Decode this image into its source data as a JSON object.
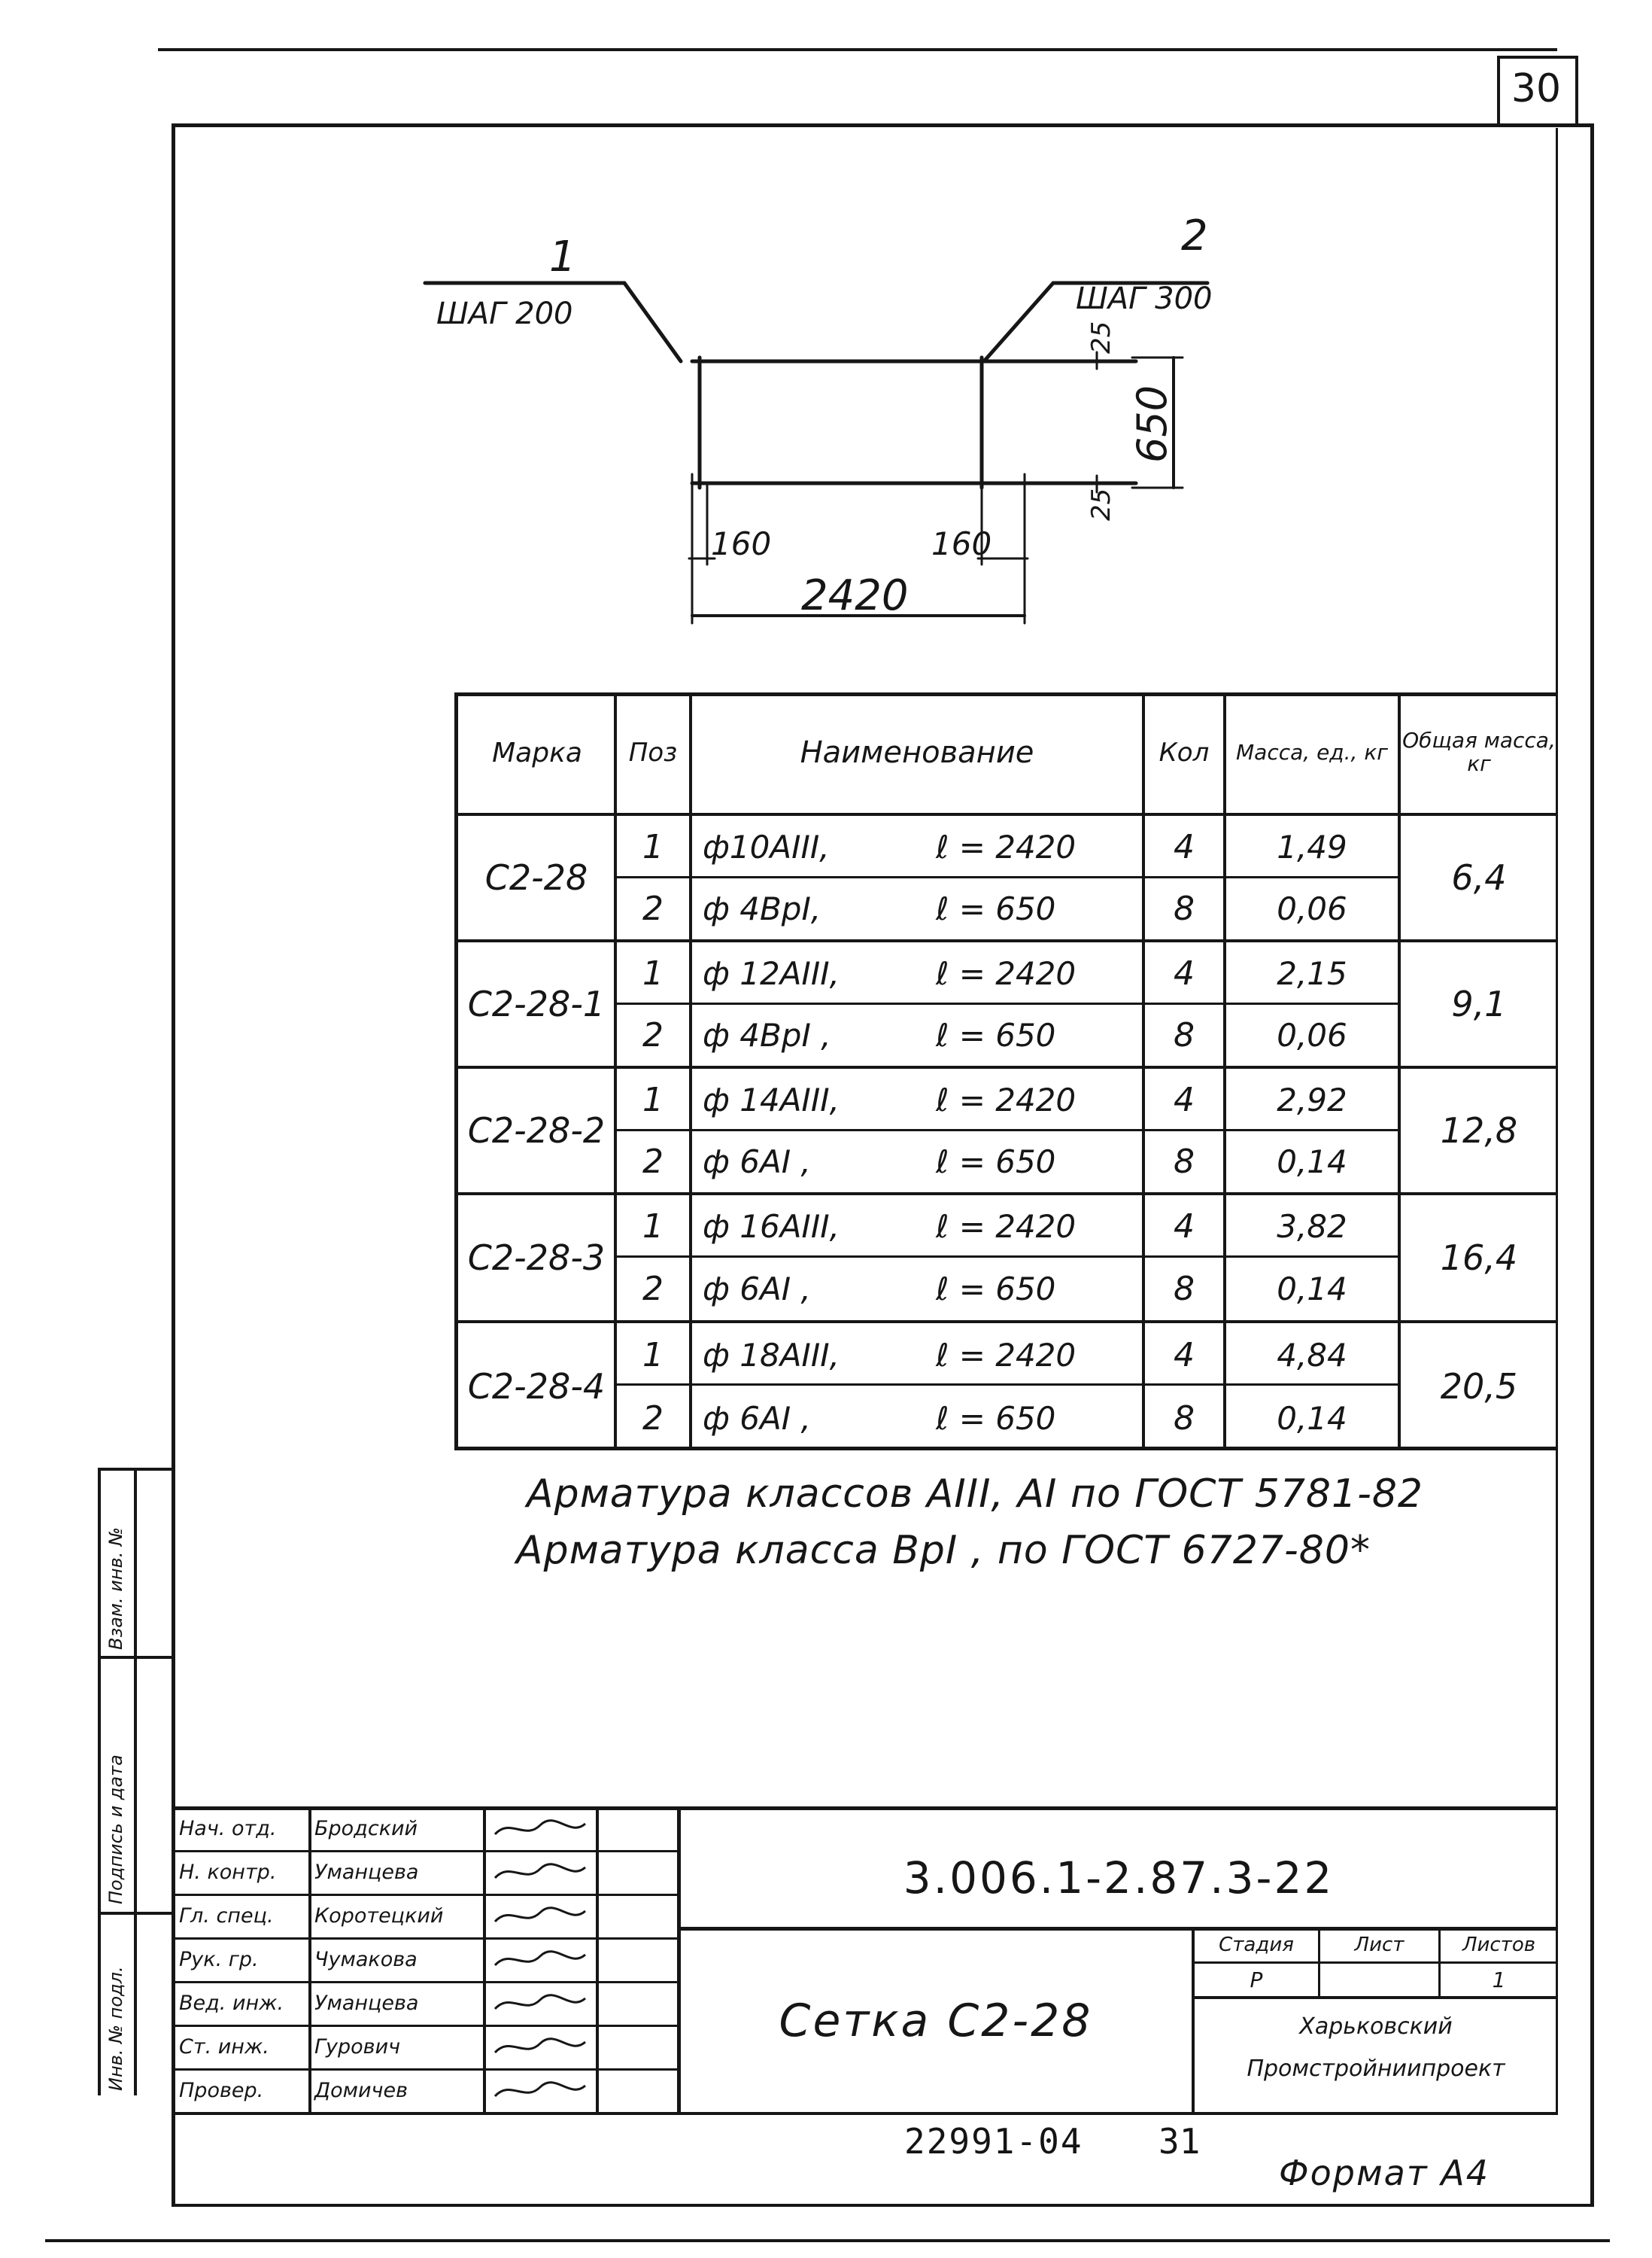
{
  "sheet_corner_number": "30",
  "drawing": {
    "pos1_label": "1",
    "pos1_step": "ШАГ 200",
    "pos2_label": "2",
    "pos2_step": "ШАГ 300",
    "dim_top_cover": "25",
    "dim_height": "650",
    "dim_bottom_cover": "25",
    "dim_left_overhang": "160",
    "dim_right_overhang": "160",
    "dim_length": "2420"
  },
  "table": {
    "headers": {
      "mark": "Марка",
      "pos": "Поз",
      "name": "Наименование",
      "qty": "Кол",
      "unit_mass": "Масса, ед., кг",
      "total_mass": "Общая масса, кг"
    },
    "groups": [
      {
        "mark": "С2-28",
        "total": "6,4",
        "rows": [
          {
            "pos": "1",
            "bar": "ф10АIII,",
            "len": "ℓ = 2420",
            "qty": "4",
            "mass": "1,49"
          },
          {
            "pos": "2",
            "bar": "ф 4ВрI,",
            "len": "ℓ = 650",
            "qty": "8",
            "mass": "0,06"
          }
        ]
      },
      {
        "mark": "С2-28-1",
        "total": "9,1",
        "rows": [
          {
            "pos": "1",
            "bar": "ф 12АIII,",
            "len": "ℓ = 2420",
            "qty": "4",
            "mass": "2,15"
          },
          {
            "pos": "2",
            "bar": "ф 4ВрI ,",
            "len": "ℓ = 650",
            "qty": "8",
            "mass": "0,06"
          }
        ]
      },
      {
        "mark": "С2-28-2",
        "total": "12,8",
        "rows": [
          {
            "pos": "1",
            "bar": "ф 14АIII,",
            "len": "ℓ = 2420",
            "qty": "4",
            "mass": "2,92"
          },
          {
            "pos": "2",
            "bar": "ф 6АI ,",
            "len": "ℓ = 650",
            "qty": "8",
            "mass": "0,14"
          }
        ]
      },
      {
        "mark": "С2-28-3",
        "total": "16,4",
        "rows": [
          {
            "pos": "1",
            "bar": "ф 16АIII,",
            "len": "ℓ = 2420",
            "qty": "4",
            "mass": "3,82"
          },
          {
            "pos": "2",
            "bar": "ф 6АI ,",
            "len": "ℓ = 650",
            "qty": "8",
            "mass": "0,14"
          }
        ]
      },
      {
        "mark": "С2-28-4",
        "total": "20,5",
        "rows": [
          {
            "pos": "1",
            "bar": "ф 18АIII,",
            "len": "ℓ = 2420",
            "qty": "4",
            "mass": "4,84"
          },
          {
            "pos": "2",
            "bar": "ф 6АI ,",
            "len": "ℓ = 650",
            "qty": "8",
            "mass": "0,14"
          }
        ]
      }
    ]
  },
  "notes": [
    "Арматура классов АIII, АI по ГОСТ 5781-82",
    "Арматура класса ВрI , по ГОСТ 6727-80*"
  ],
  "side_labels": {
    "upper": "Взам. инв. №",
    "middle": "Подпись и дата",
    "lower": "Инв. № подл."
  },
  "title_block": {
    "signatories": [
      {
        "role": "Нач. отд.",
        "name": "Бродский"
      },
      {
        "role": "Н. контр.",
        "name": "Уманцева"
      },
      {
        "role": "Гл. спец.",
        "name": "Коротецкий"
      },
      {
        "role": "Рук. гр.",
        "name": "Чумакова"
      },
      {
        "role": "Вед. инж.",
        "name": "Уманцева"
      },
      {
        "role": "Ст. инж.",
        "name": "Гурович"
      },
      {
        "role": "Провер.",
        "name": "Домичев"
      }
    ],
    "doc_code": "3.006.1-2.87.3-22",
    "title": "Сетка С2-28",
    "stage_label": "Стадия",
    "sheet_label": "Лист",
    "sheets_label": "Листов",
    "stage_value": "Р",
    "sheet_value": "",
    "sheets_value": "1",
    "org_line1": "Харьковский",
    "org_line2": "Промстройниипроект"
  },
  "footer": {
    "archive_no": "22991-04",
    "page_no": "31",
    "format": "Формат А4"
  }
}
